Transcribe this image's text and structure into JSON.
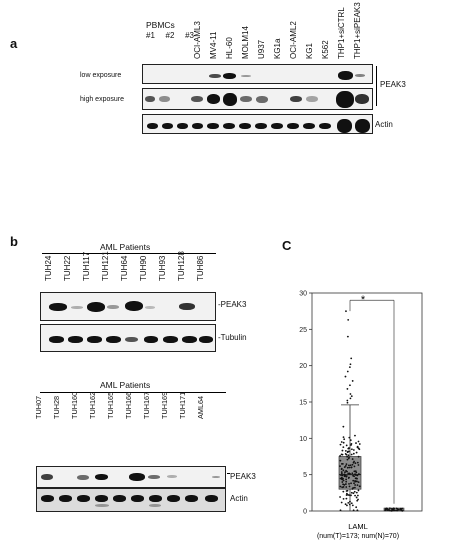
{
  "panel_a": {
    "label": "a",
    "group_label": "PBMCs",
    "pbmc_lanes": [
      "#1",
      "#2",
      "#3"
    ],
    "lanes": [
      "OCI-AML3",
      "MV4-11",
      "HL-60",
      "MOLM14",
      "U937",
      "KG1a",
      "OCI-AML2",
      "KG1",
      "K562",
      "THP1+siCTRL",
      "THP1+siPEAK3"
    ],
    "row_labels": [
      "low exposure",
      "high exposure"
    ],
    "target_label": "PEAK3",
    "actin_label": "Actin"
  },
  "panel_b": {
    "label": "b",
    "top": {
      "title": "AML Patients",
      "lanes": [
        "TUH24",
        "TUH22",
        "TUH117",
        "TUH121",
        "TUH64",
        "TUH90",
        "TUH93",
        "TUH128",
        "TUH86"
      ],
      "target_label": "-PEAK3",
      "loading_label": "-Tubulin"
    },
    "bottom": {
      "title": "AML Patients",
      "lanes": [
        "TUH07",
        "TUH28",
        "TUH160",
        "TUH162",
        "TUH165",
        "TUH166",
        "TUH167",
        "TUH169",
        "TUH171",
        "AML64"
      ],
      "target_label": "PEAK3",
      "loading_label": "Actin"
    }
  },
  "panel_c": {
    "label": "C",
    "significance": "*",
    "xlabel": "LAML",
    "xsub": "(num(T)=173; num(N)=70)"
  },
  "chart_data": {
    "type": "box",
    "ylim": [
      0,
      30
    ],
    "yticks": [
      0,
      5,
      10,
      15,
      20,
      25,
      30
    ],
    "grid": false,
    "box_tumor": {
      "q1": 3,
      "median": 5,
      "q3": 7.5,
      "whisker_low": 0,
      "whisker_high": 14.6,
      "color": "#8c8c8c"
    },
    "box_normal": {
      "q1": 0.05,
      "median": 0.1,
      "q3": 0.2,
      "whisker_low": 0,
      "whisker_high": 0.45,
      "color": "#8c8c8c"
    },
    "outliers_tumor": [
      27.5,
      26.3,
      24.0,
      21.0,
      20.2,
      19.8,
      19.2,
      18.5,
      17.9,
      17.3,
      16.8,
      16.1,
      15.8,
      15.5,
      15.2,
      14.9
    ]
  }
}
